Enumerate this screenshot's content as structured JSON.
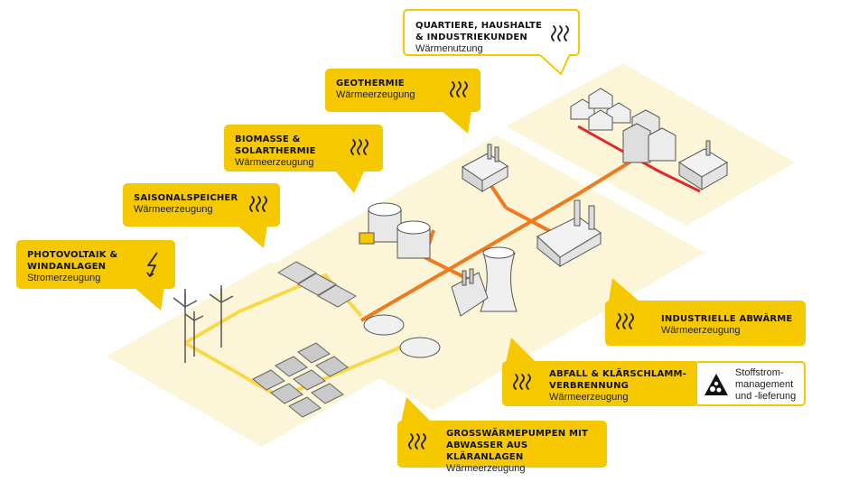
{
  "callouts": {
    "quartiere": {
      "title": "QUARTIERE, HAUSHALTE\n& INDUSTRIEKUNDEN",
      "sub": "Wärmenutzung",
      "icon": "heat-waves-icon"
    },
    "geothermie": {
      "title": "GEOTHERMIE",
      "sub": "Wärmeerzeugung",
      "icon": "heat-waves-icon"
    },
    "biomasse": {
      "title": "BIOMASSE &\nSOLARTHERMIE",
      "sub": "Wärmeerzeugung",
      "icon": "heat-waves-icon"
    },
    "saisonal": {
      "title": "SAISONALSPEICHER",
      "sub": "Wärmeerzeugung",
      "icon": "heat-waves-icon"
    },
    "photovoltaik": {
      "title": "PHOTOVOLTAIK &\nWINDANLAGEN",
      "sub": "Stromerzeugung",
      "icon": "lightning-icon"
    },
    "industrie": {
      "title": "INDUSTRIELLE ABWÄRME",
      "sub": "Wärmeerzeugung",
      "icon": "heat-waves-icon"
    },
    "abfall": {
      "title": "ABFALL & KLÄRSCHLAMM-\nVERBRENNUNG",
      "sub": "Wärmeerzeugung",
      "icon": "heat-waves-icon"
    },
    "stoffstrom": {
      "text": "Stoffstrom-\nmanagement\nund -lieferung",
      "icon": "recycling-icon"
    },
    "grosswaerme": {
      "title": "GROSSWÄRMEPUMPEN MIT\nABWASSER AUS KLÄRANLAGEN",
      "sub": "Wärmeerzeugung",
      "icon": "heat-waves-icon"
    }
  },
  "colors": {
    "accent": "#f6c800",
    "ground": "#fdf5d8",
    "pipe_orange": "#f07a1f",
    "pipe_red": "#e3262b",
    "pipe_yellow": "#f9d84a"
  }
}
